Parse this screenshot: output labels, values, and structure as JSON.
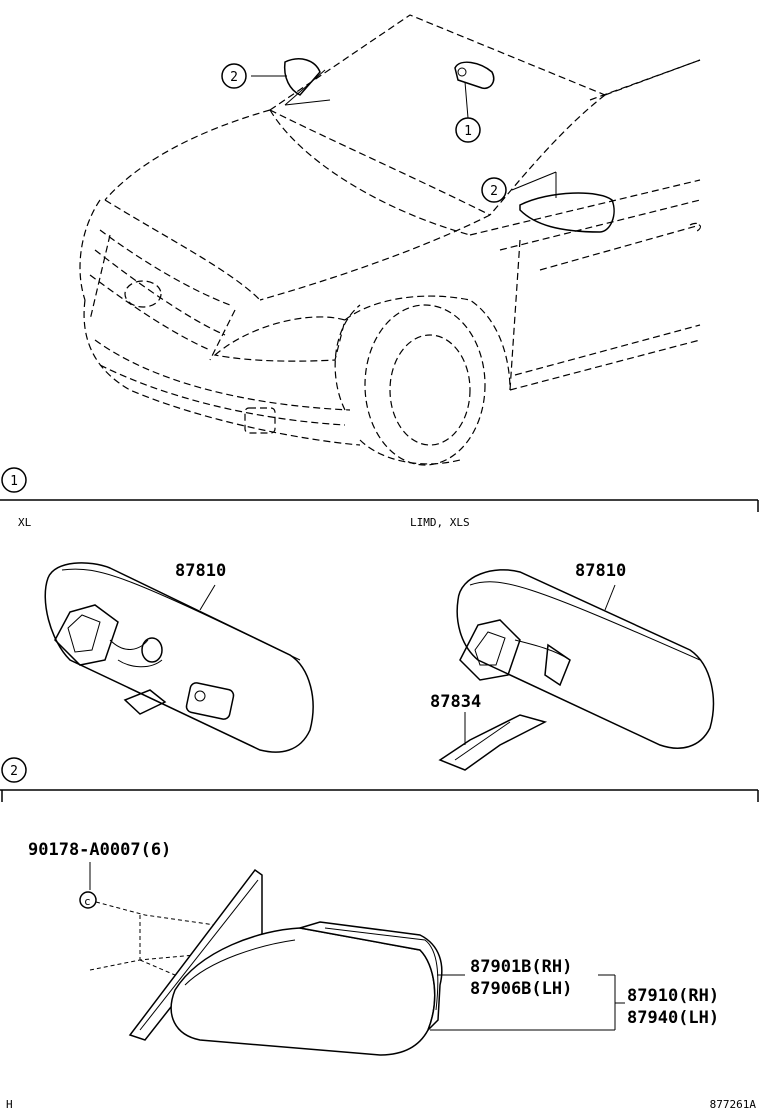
{
  "callouts": {
    "c1": "1",
    "c2": "2"
  },
  "sections": {
    "s1": {
      "marker": "1",
      "left_label": "XL",
      "right_label": "LIMD, XLS"
    },
    "s2": {
      "marker": "2"
    }
  },
  "parts": {
    "inner_mirror_xl": "87810",
    "inner_mirror_limd": "87810",
    "mirror_cover": "87834",
    "screw": "90178-A0007(6)",
    "outer_rh": "87901B(RH)",
    "outer_lh": "87906B(LH)",
    "assy_rh": "87910(RH)",
    "assy_lh": "87940(LH)"
  },
  "footer": {
    "left_code": "H",
    "drawing_id": "877261A"
  }
}
